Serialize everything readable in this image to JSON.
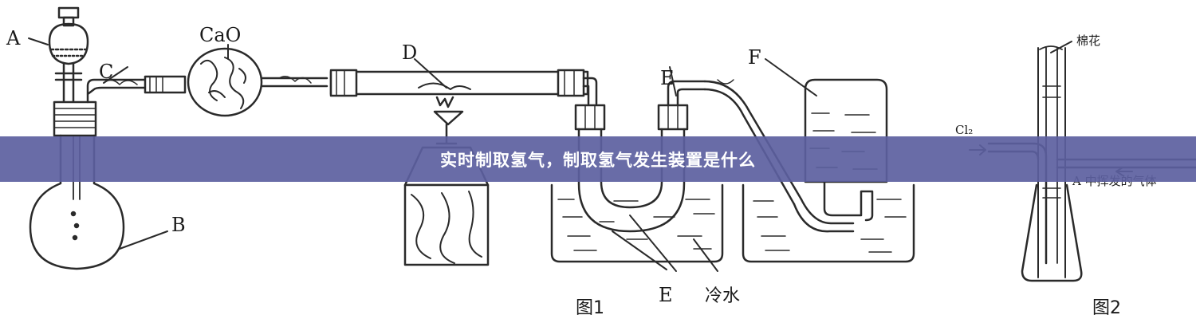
{
  "banner": {
    "title": "实时制取氢气，制取氢气发生装置是什么"
  },
  "figure1": {
    "labels": {
      "A": "A",
      "B": "B",
      "C": "C",
      "CaO": "CaO",
      "D": "D",
      "E": "E",
      "F": "F",
      "cold_water": "冷水"
    },
    "caption": "图1"
  },
  "figure2": {
    "labels": {
      "cotton": "棉花",
      "cl2": "Cl₂",
      "gas": "A 中挥发的气体"
    },
    "caption": "图2"
  }
}
